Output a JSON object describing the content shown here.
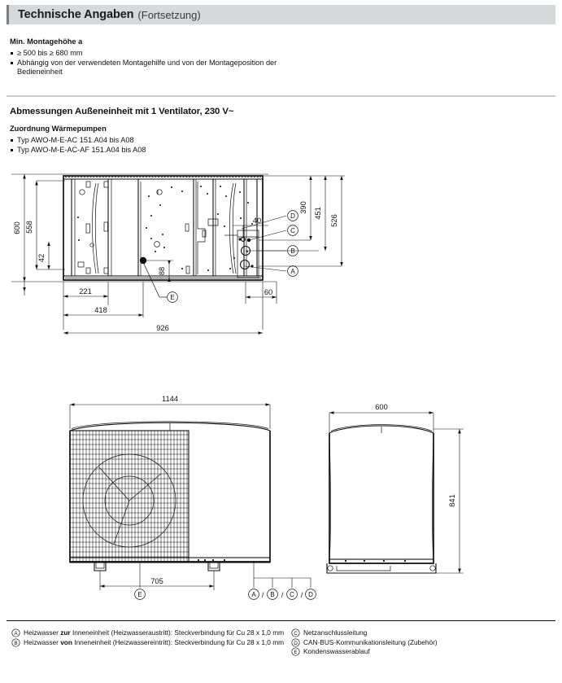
{
  "header": {
    "title": "Technische Angaben",
    "subtitle": "(Fortsetzung)"
  },
  "section_mount": {
    "label": "Min. Montagehöhe a",
    "bullets": [
      "≥ 500 bis ≥ 680 mm",
      "Abhängig von der verwendeten Montagehilfe und von der Montageposition der Bedieneinheit"
    ]
  },
  "section_dimensions": {
    "title": "Abmessungen Außeneinheit mit 1 Ventilator, 230 V~",
    "assignment_label": "Zuordnung Wärmepumpen",
    "assignment_bullets": [
      "Typ AWO-M-E-AC 151.A04 bis A08",
      "Typ AWO-M-E-AC-AF 151.A04 bis A08"
    ]
  },
  "drawing_top": {
    "name": "rear-view-with-connections",
    "dimensions": {
      "height_total": "600",
      "height_inner": "558",
      "offset_bottom": "42",
      "offset_left_1": "221",
      "offset_left_2": "418",
      "width_total": "926",
      "drain_height": "88",
      "port_offset_right": "60",
      "port_spacing": "40",
      "height_d": "390",
      "height_c": "451",
      "height_b": "526"
    },
    "callouts": [
      "A",
      "B",
      "C",
      "D",
      "E"
    ]
  },
  "drawing_front": {
    "name": "front-view",
    "dimensions": {
      "width": "1144",
      "foot_spacing": "705"
    },
    "callouts": [
      "E",
      "A",
      "B",
      "C",
      "D"
    ],
    "callout_group": "A / B / C / D"
  },
  "drawing_side": {
    "name": "side-view",
    "dimensions": {
      "depth": "600",
      "height": "841"
    }
  },
  "legend": {
    "left": [
      {
        "key": "A",
        "text_before": "Heizwasser ",
        "text_bold": "zur",
        "text_after": " Inneneinheit (Heizwasseraustritt): Steckverbindung für Cu 28 x 1,0 mm"
      },
      {
        "key": "B",
        "text_before": "Heizwasser ",
        "text_bold": "von",
        "text_after": " Inneneinheit (Heizwassereintritt): Steckverbindung für Cu 28 x 1,0 mm"
      }
    ],
    "right": [
      {
        "key": "C",
        "text": "Netzanschlussleitung"
      },
      {
        "key": "D",
        "text": "CAN-BUS-Kommunikationsleitung (Zubehör)"
      },
      {
        "key": "E",
        "text": "Kondenswasserablauf"
      }
    ]
  },
  "colors": {
    "header_bg": "#d6d8da",
    "header_bar": "#7a7d80",
    "rule": "#c9cbcd",
    "ink": "#111111"
  }
}
